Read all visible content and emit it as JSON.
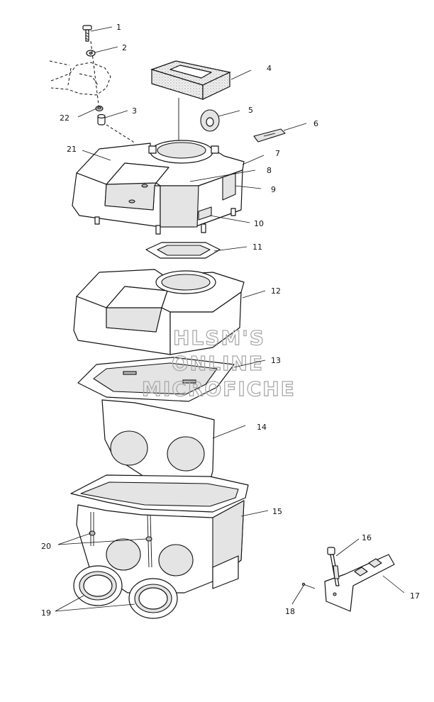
{
  "watermark": {
    "line1": "HLSM'S",
    "line2": "ONLINE",
    "line3": "MICROFICHE"
  },
  "callouts": {
    "c1": "1",
    "c2": "2",
    "c3": "3",
    "c4": "4",
    "c5": "5",
    "c6": "6",
    "c7": "7",
    "c8": "8",
    "c9": "9",
    "c10": "10",
    "c11": "11",
    "c12": "12",
    "c13": "13",
    "c14": "14",
    "c15": "15",
    "c16": "16",
    "c17": "17",
    "c18": "18",
    "c19": "19",
    "c20": "20",
    "c21": "21",
    "c22": "22"
  },
  "colors": {
    "line": "#111111",
    "watermark": "#a9a9a9",
    "foam": "#d9d9d9",
    "background": "#ffffff"
  }
}
